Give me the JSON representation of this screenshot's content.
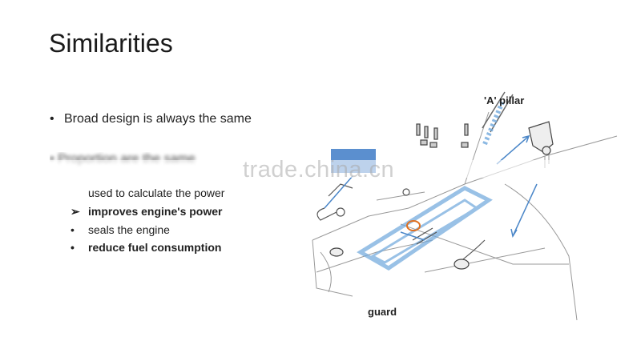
{
  "slide": {
    "title": "Similarities",
    "bullets": [
      {
        "mark": "•",
        "text": "Broad design is always the same"
      },
      {
        "mark": "•",
        "text": "Proportion are the same"
      }
    ],
    "sub_lines": [
      {
        "mark": "",
        "text": "used to calculate the power",
        "bold": false
      },
      {
        "mark": "➢",
        "text": "improves engine's power",
        "bold": true
      },
      {
        "mark": "•",
        "text": "seals the engine",
        "bold": false
      },
      {
        "mark": "•",
        "text": "reduce fuel consumption",
        "bold": true
      }
    ],
    "watermark": "trade.china.cn",
    "diagram": {
      "label_pillar": "'A' pillar",
      "label_guard": "guard",
      "accent_color": "#6fa8dc",
      "highlight_color": "#e07020"
    }
  }
}
